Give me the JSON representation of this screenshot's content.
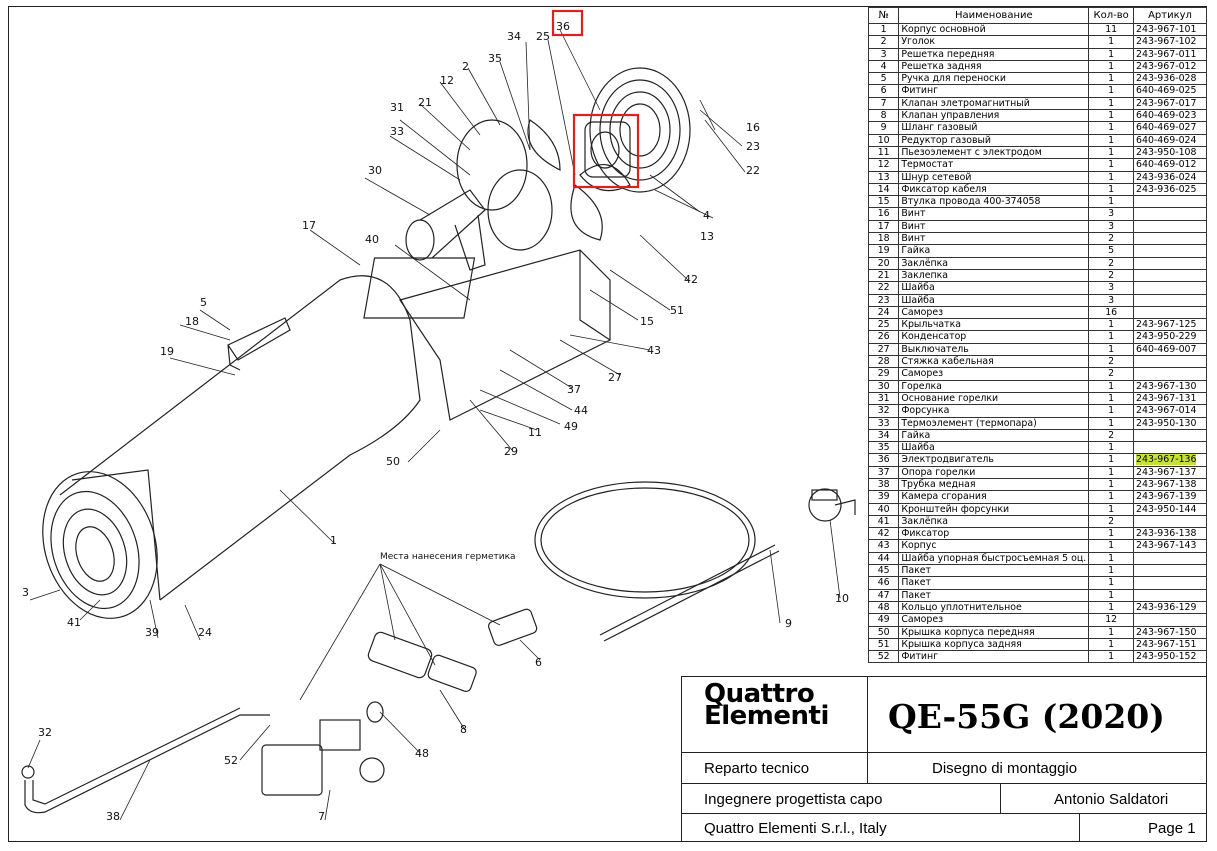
{
  "table": {
    "headers": [
      "№",
      "Наименование",
      "Кол-во",
      "Артикул"
    ],
    "rows": [
      [
        "1",
        "Корпус основной",
        "11",
        "243-967-101"
      ],
      [
        "2",
        "Уголок",
        "1",
        "243-967-102"
      ],
      [
        "3",
        "Решетка передняя",
        "1",
        "243-967-011"
      ],
      [
        "4",
        "Решетка задняя",
        "1",
        "243-967-012"
      ],
      [
        "5",
        "Ручка для переноски",
        "1",
        "243-936-028"
      ],
      [
        "6",
        "Фитинг",
        "1",
        "640-469-025"
      ],
      [
        "7",
        "Клапан элетромагнитный",
        "1",
        "243-967-017"
      ],
      [
        "8",
        "Клапан управления",
        "1",
        "640-469-023"
      ],
      [
        "9",
        "Шланг газовый",
        "1",
        "640-469-027"
      ],
      [
        "10",
        "Редуктор газовый",
        "1",
        "640-469-024"
      ],
      [
        "11",
        "Пьезоэлемент с электродом",
        "1",
        "243-950-108"
      ],
      [
        "12",
        "Термостат",
        "1",
        "640-469-012"
      ],
      [
        "13",
        "Шнур сетевой",
        "1",
        "243-936-024"
      ],
      [
        "14",
        "Фиксатор кабеля",
        "1",
        "243-936-025"
      ],
      [
        "15",
        "Втулка провода 400-374058",
        "1",
        ""
      ],
      [
        "16",
        "Винт",
        "3",
        ""
      ],
      [
        "17",
        "Винт",
        "3",
        ""
      ],
      [
        "18",
        "Винт",
        "2",
        ""
      ],
      [
        "19",
        "Гайка",
        "5",
        ""
      ],
      [
        "20",
        "Заклёпка",
        "2",
        ""
      ],
      [
        "21",
        "Заклепка",
        "2",
        ""
      ],
      [
        "22",
        "Шайба",
        "3",
        ""
      ],
      [
        "23",
        "Шайба",
        "3",
        ""
      ],
      [
        "24",
        "Саморез",
        "16",
        ""
      ],
      [
        "25",
        "Крыльчатка",
        "1",
        "243-967-125"
      ],
      [
        "26",
        "Конденсатор",
        "1",
        "243-950-229"
      ],
      [
        "27",
        "Выключатель",
        "1",
        "640-469-007"
      ],
      [
        "28",
        "Стяжка кабельная",
        "2",
        ""
      ],
      [
        "29",
        "Саморез",
        "2",
        ""
      ],
      [
        "30",
        "Горелка",
        "1",
        "243-967-130"
      ],
      [
        "31",
        "Основание горелки",
        "1",
        "243-967-131"
      ],
      [
        "32",
        "Форсунка",
        "1",
        "243-967-014"
      ],
      [
        "33",
        "Термоэлемент (термопара)",
        "1",
        "243-950-130"
      ],
      [
        "34",
        "Гайка",
        "2",
        ""
      ],
      [
        "35",
        "Шайба",
        "1",
        ""
      ],
      [
        "36",
        "Электродвигатель",
        "1",
        "243-967-136"
      ],
      [
        "37",
        "Опора горелки",
        "1",
        "243-967-137"
      ],
      [
        "38",
        "Трубка медная",
        "1",
        "243-967-138"
      ],
      [
        "39",
        "Камера сгорания",
        "1",
        "243-967-139"
      ],
      [
        "40",
        "Кронштейн форсунки",
        "1",
        "243-950-144"
      ],
      [
        "41",
        "Заклёпка",
        "2",
        ""
      ],
      [
        "42",
        "Фиксатор",
        "1",
        "243-936-138"
      ],
      [
        "43",
        "Корпус",
        "1",
        "243-967-143"
      ],
      [
        "44",
        "Шайба упорная быстросъемная 5 оц.",
        "1",
        ""
      ],
      [
        "45",
        "Пакет",
        "1",
        ""
      ],
      [
        "46",
        "Пакет",
        "1",
        ""
      ],
      [
        "47",
        "Пакет",
        "1",
        ""
      ],
      [
        "48",
        "Кольцо уплотнительное",
        "1",
        "243-936-129"
      ],
      [
        "49",
        "Саморез",
        "12",
        ""
      ],
      [
        "50",
        "Крышка корпуса передняя",
        "1",
        "243-967-150"
      ],
      [
        "51",
        "Крышка корпуса задняя",
        "1",
        "243-967-151"
      ],
      [
        "52",
        "Фитинг",
        "1",
        "243-950-152"
      ]
    ],
    "highlight_row": "36",
    "highlight_color": "#c6e13a"
  },
  "drawing": {
    "sealant_note": "Места нанесения герметика",
    "callouts": [
      "1",
      "2",
      "3",
      "4",
      "5",
      "6",
      "7",
      "8",
      "9",
      "10",
      "11",
      "12",
      "13",
      "15",
      "16",
      "17",
      "18",
      "19",
      "21",
      "22",
      "23",
      "24",
      "25",
      "27",
      "29",
      "30",
      "31",
      "32",
      "33",
      "34",
      "35",
      "36",
      "37",
      "38",
      "39",
      "40",
      "41",
      "42",
      "43",
      "44",
      "48",
      "49",
      "50",
      "51",
      "52"
    ],
    "highlight_box_color": "#e02020"
  },
  "title_block": {
    "logo_line1": "Quattro",
    "logo_line2": "Elementi",
    "model": "QE-55G (2020)",
    "dept": "Reparto tecnico",
    "doc_type": "Disegno di montaggio",
    "role": "Ingegnere progettista capo",
    "engineer": "Antonio Saldatori",
    "company": "Quattro Elementi S.r.l., Italy",
    "page": "Page 1"
  }
}
